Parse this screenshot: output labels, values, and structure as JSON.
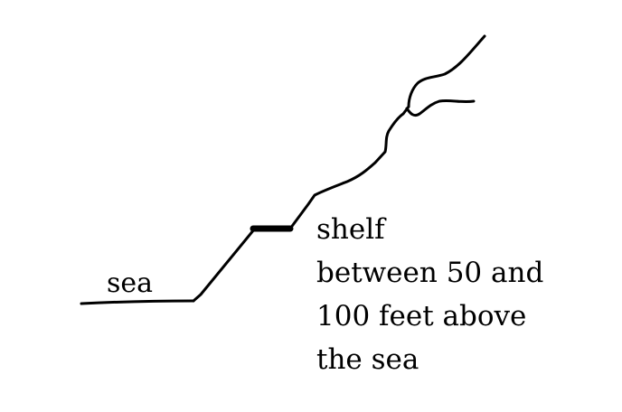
{
  "labels": {
    "sea": "sea",
    "shelf_note": [
      "shelf",
      "between 50 and",
      "100 feet above",
      "the sea"
    ]
  },
  "colors": {
    "ink": "#000000",
    "background": "#ffffff"
  }
}
